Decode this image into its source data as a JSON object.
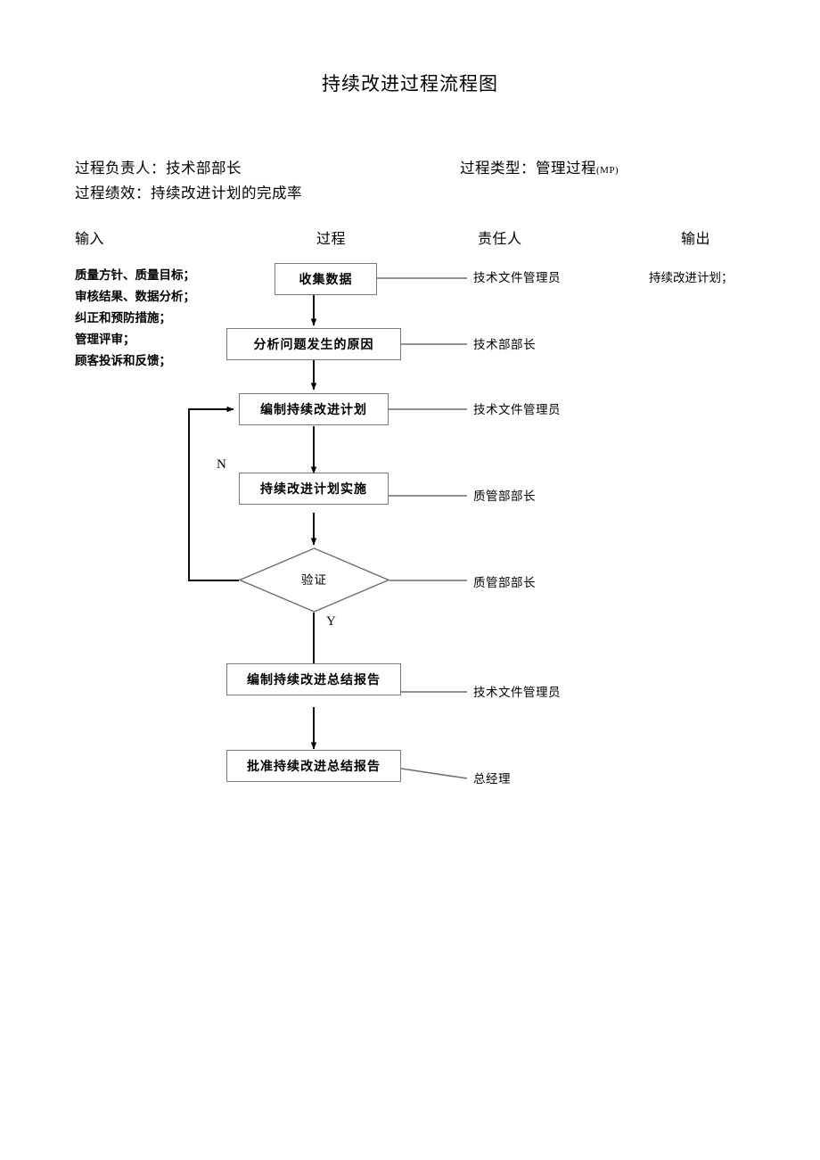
{
  "document": {
    "title": "持续改进过程流程图"
  },
  "meta": {
    "owner_label": "过程负责人：技术部部长",
    "performance_label": "过程绩效：持续改进计划的完成率",
    "type_label": "过程类型：管理过程",
    "type_code": "(MP)"
  },
  "columns": {
    "input": "输入",
    "process": "过程",
    "owner": "责任人",
    "output": "输出"
  },
  "inputs": [
    "质量方针、质量目标；",
    "审核结果、数据分析；",
    "纠正和预防措施；",
    "管理评审；",
    "顾客投诉和反馈；"
  ],
  "outputs": [
    "持续改进计划；"
  ],
  "flow": {
    "nodes": [
      {
        "id": "collect-data",
        "type": "process",
        "label": "收集数据"
      },
      {
        "id": "analyze-cause",
        "type": "process",
        "label": "分析问题发生的原因"
      },
      {
        "id": "make-plan",
        "type": "process",
        "label": "编制持续改进计划"
      },
      {
        "id": "implement-plan",
        "type": "process",
        "label": "持续改进计划实施"
      },
      {
        "id": "verify",
        "type": "decision",
        "label": "验证"
      },
      {
        "id": "write-report",
        "type": "process",
        "label": "编制持续改进总结报告"
      },
      {
        "id": "approve-report",
        "type": "process",
        "label": "批准持续改进总结报告"
      }
    ],
    "branch_labels": {
      "no": "N",
      "yes": "Y"
    }
  },
  "owners": [
    "技术文件管理员",
    "技术部部长",
    "技术文件管理员",
    "质管部部长",
    "质管部部长",
    "技术文件管理员",
    "总经理"
  ],
  "colors": {
    "line": "#7a7a7a",
    "arrow": "#000000",
    "text": "#000000",
    "background": "#ffffff"
  }
}
